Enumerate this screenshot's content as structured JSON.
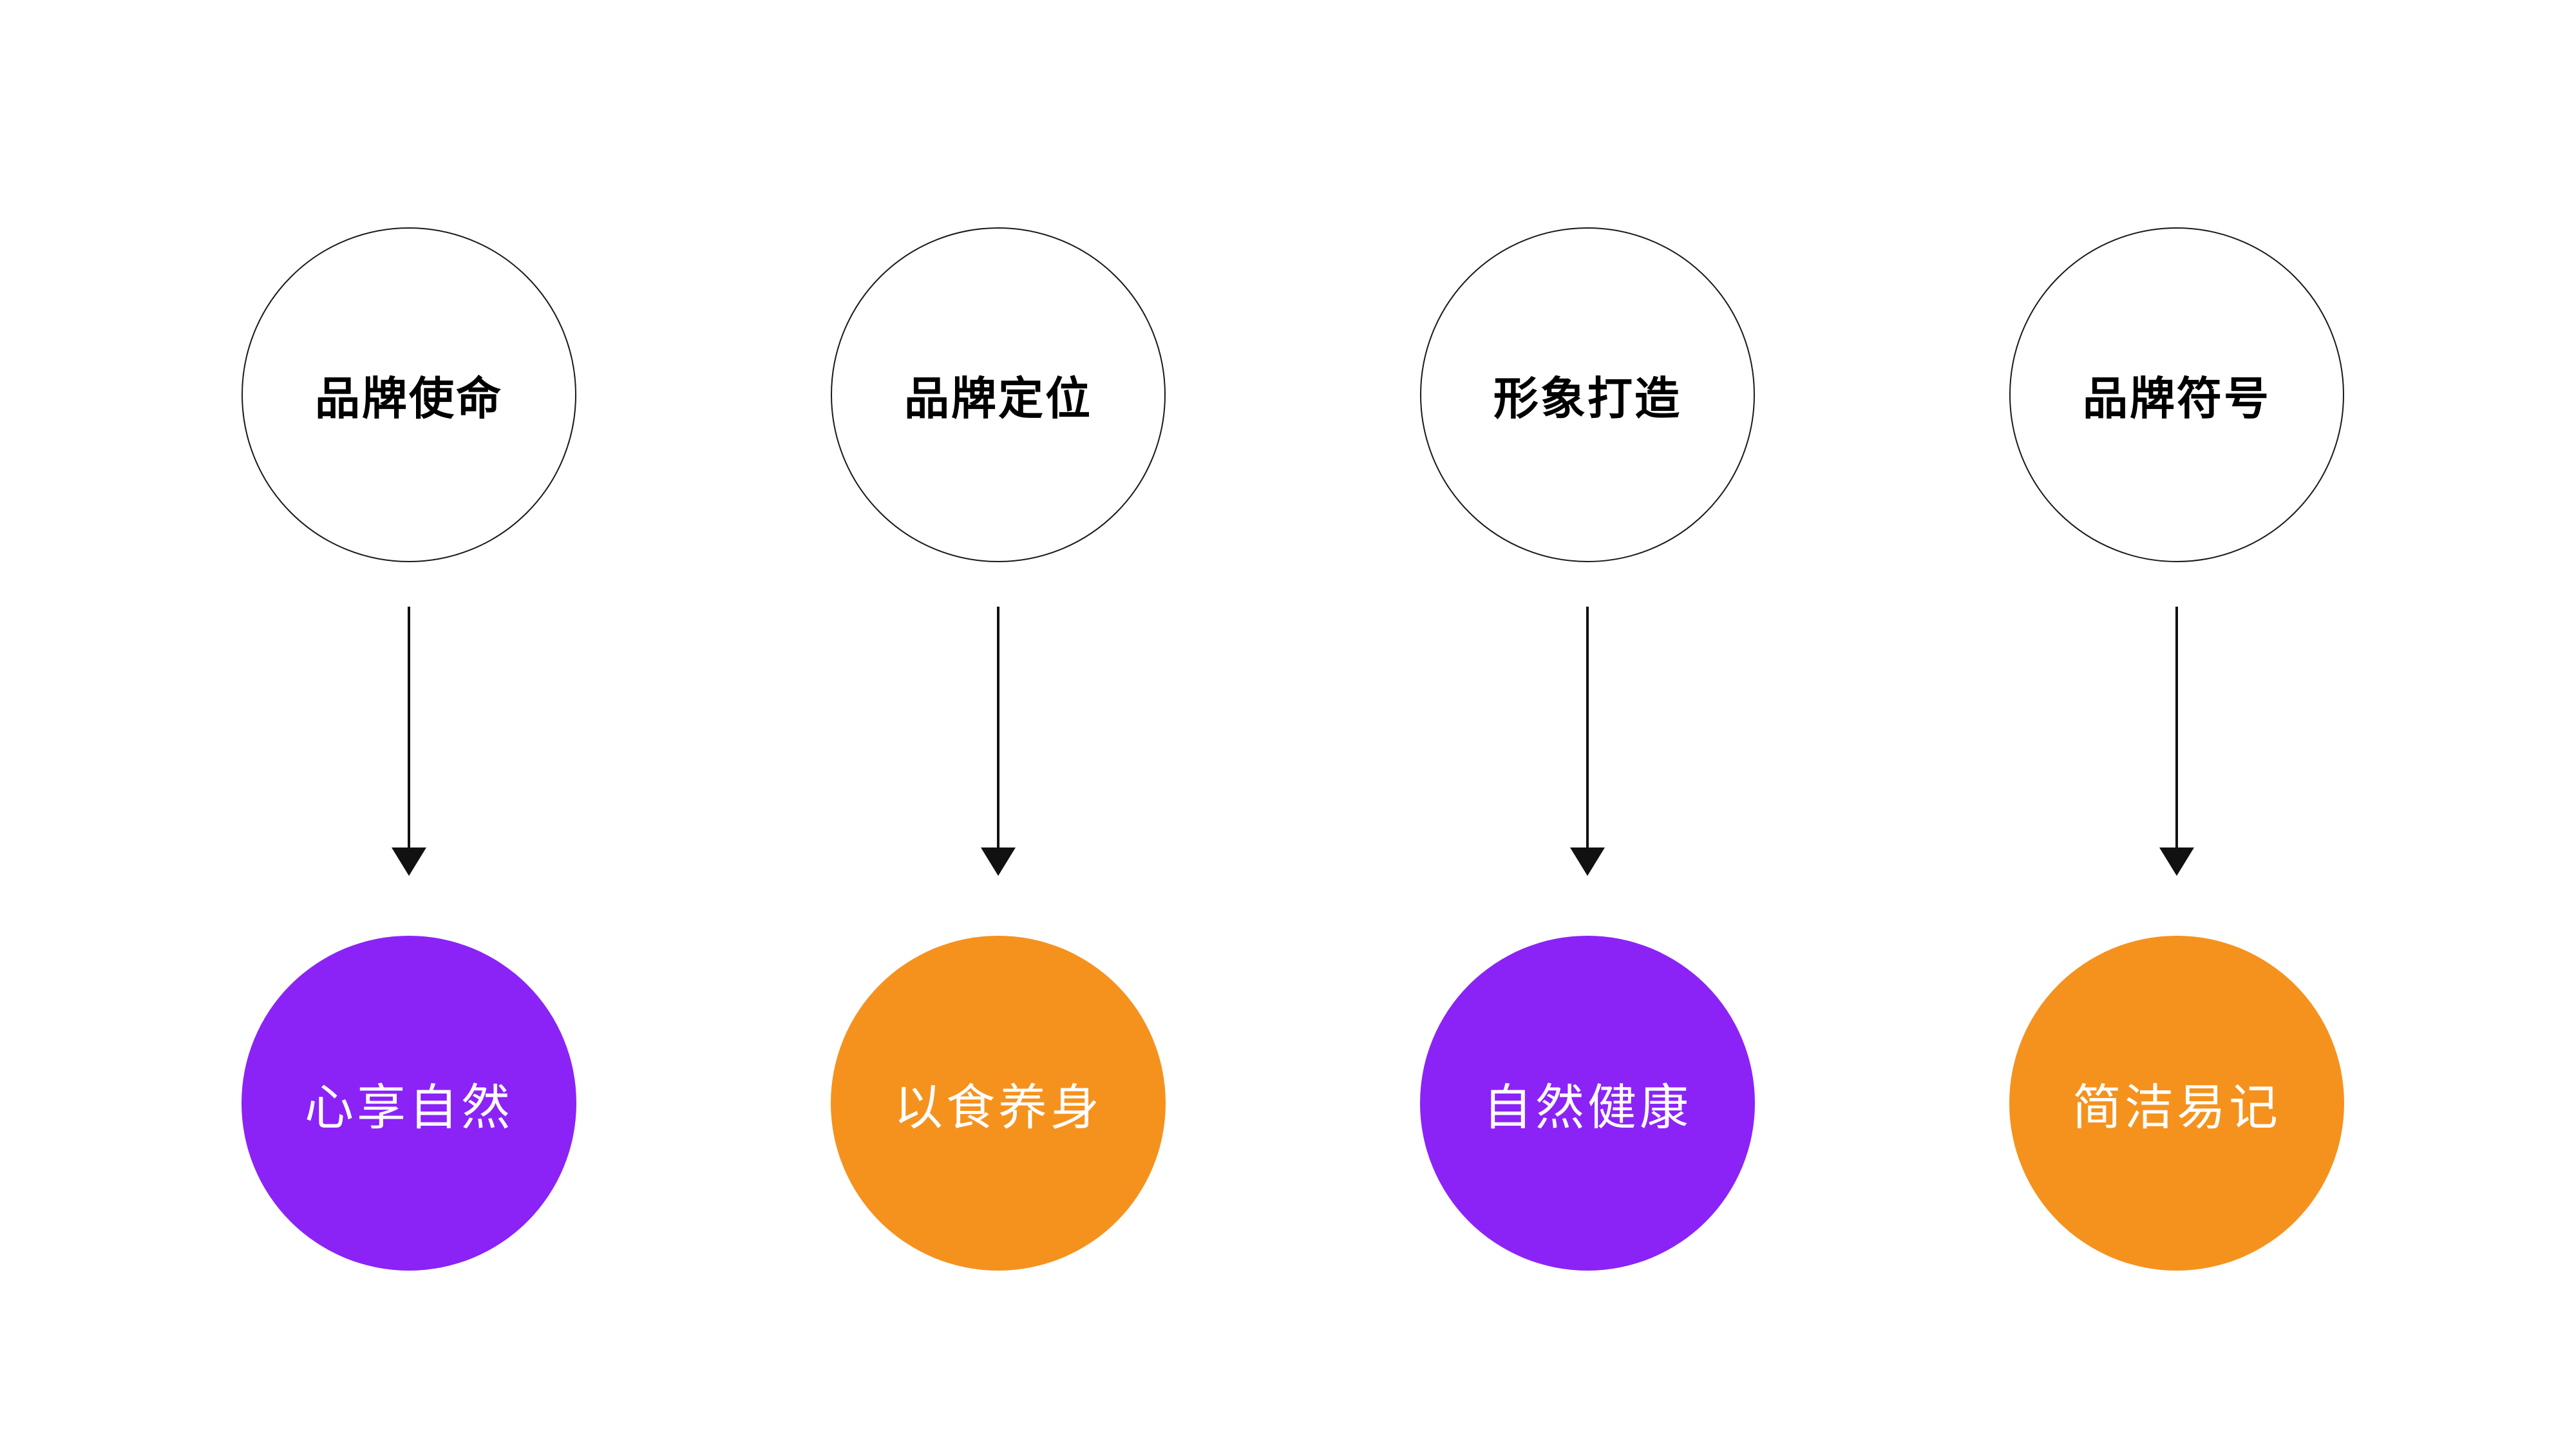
{
  "diagram": {
    "background": "#ffffff",
    "colors": {
      "purple": "#8B23F7",
      "orange": "#F5921E",
      "outline": "#1a1a1a",
      "arrow": "#111111",
      "top_text": "#000000",
      "bottom_text": "#ffffff"
    },
    "columns": [
      {
        "top_label": "品牌使命",
        "bottom_label": "心享自然",
        "bottom_color": "#8B23F7"
      },
      {
        "top_label": "品牌定位",
        "bottom_label": "以食养身",
        "bottom_color": "#F5921E"
      },
      {
        "top_label": "形象打造",
        "bottom_label": "自然健康",
        "bottom_color": "#8B23F7"
      },
      {
        "top_label": "品牌符号",
        "bottom_label": "简洁易记",
        "bottom_color": "#F5921E"
      }
    ]
  }
}
